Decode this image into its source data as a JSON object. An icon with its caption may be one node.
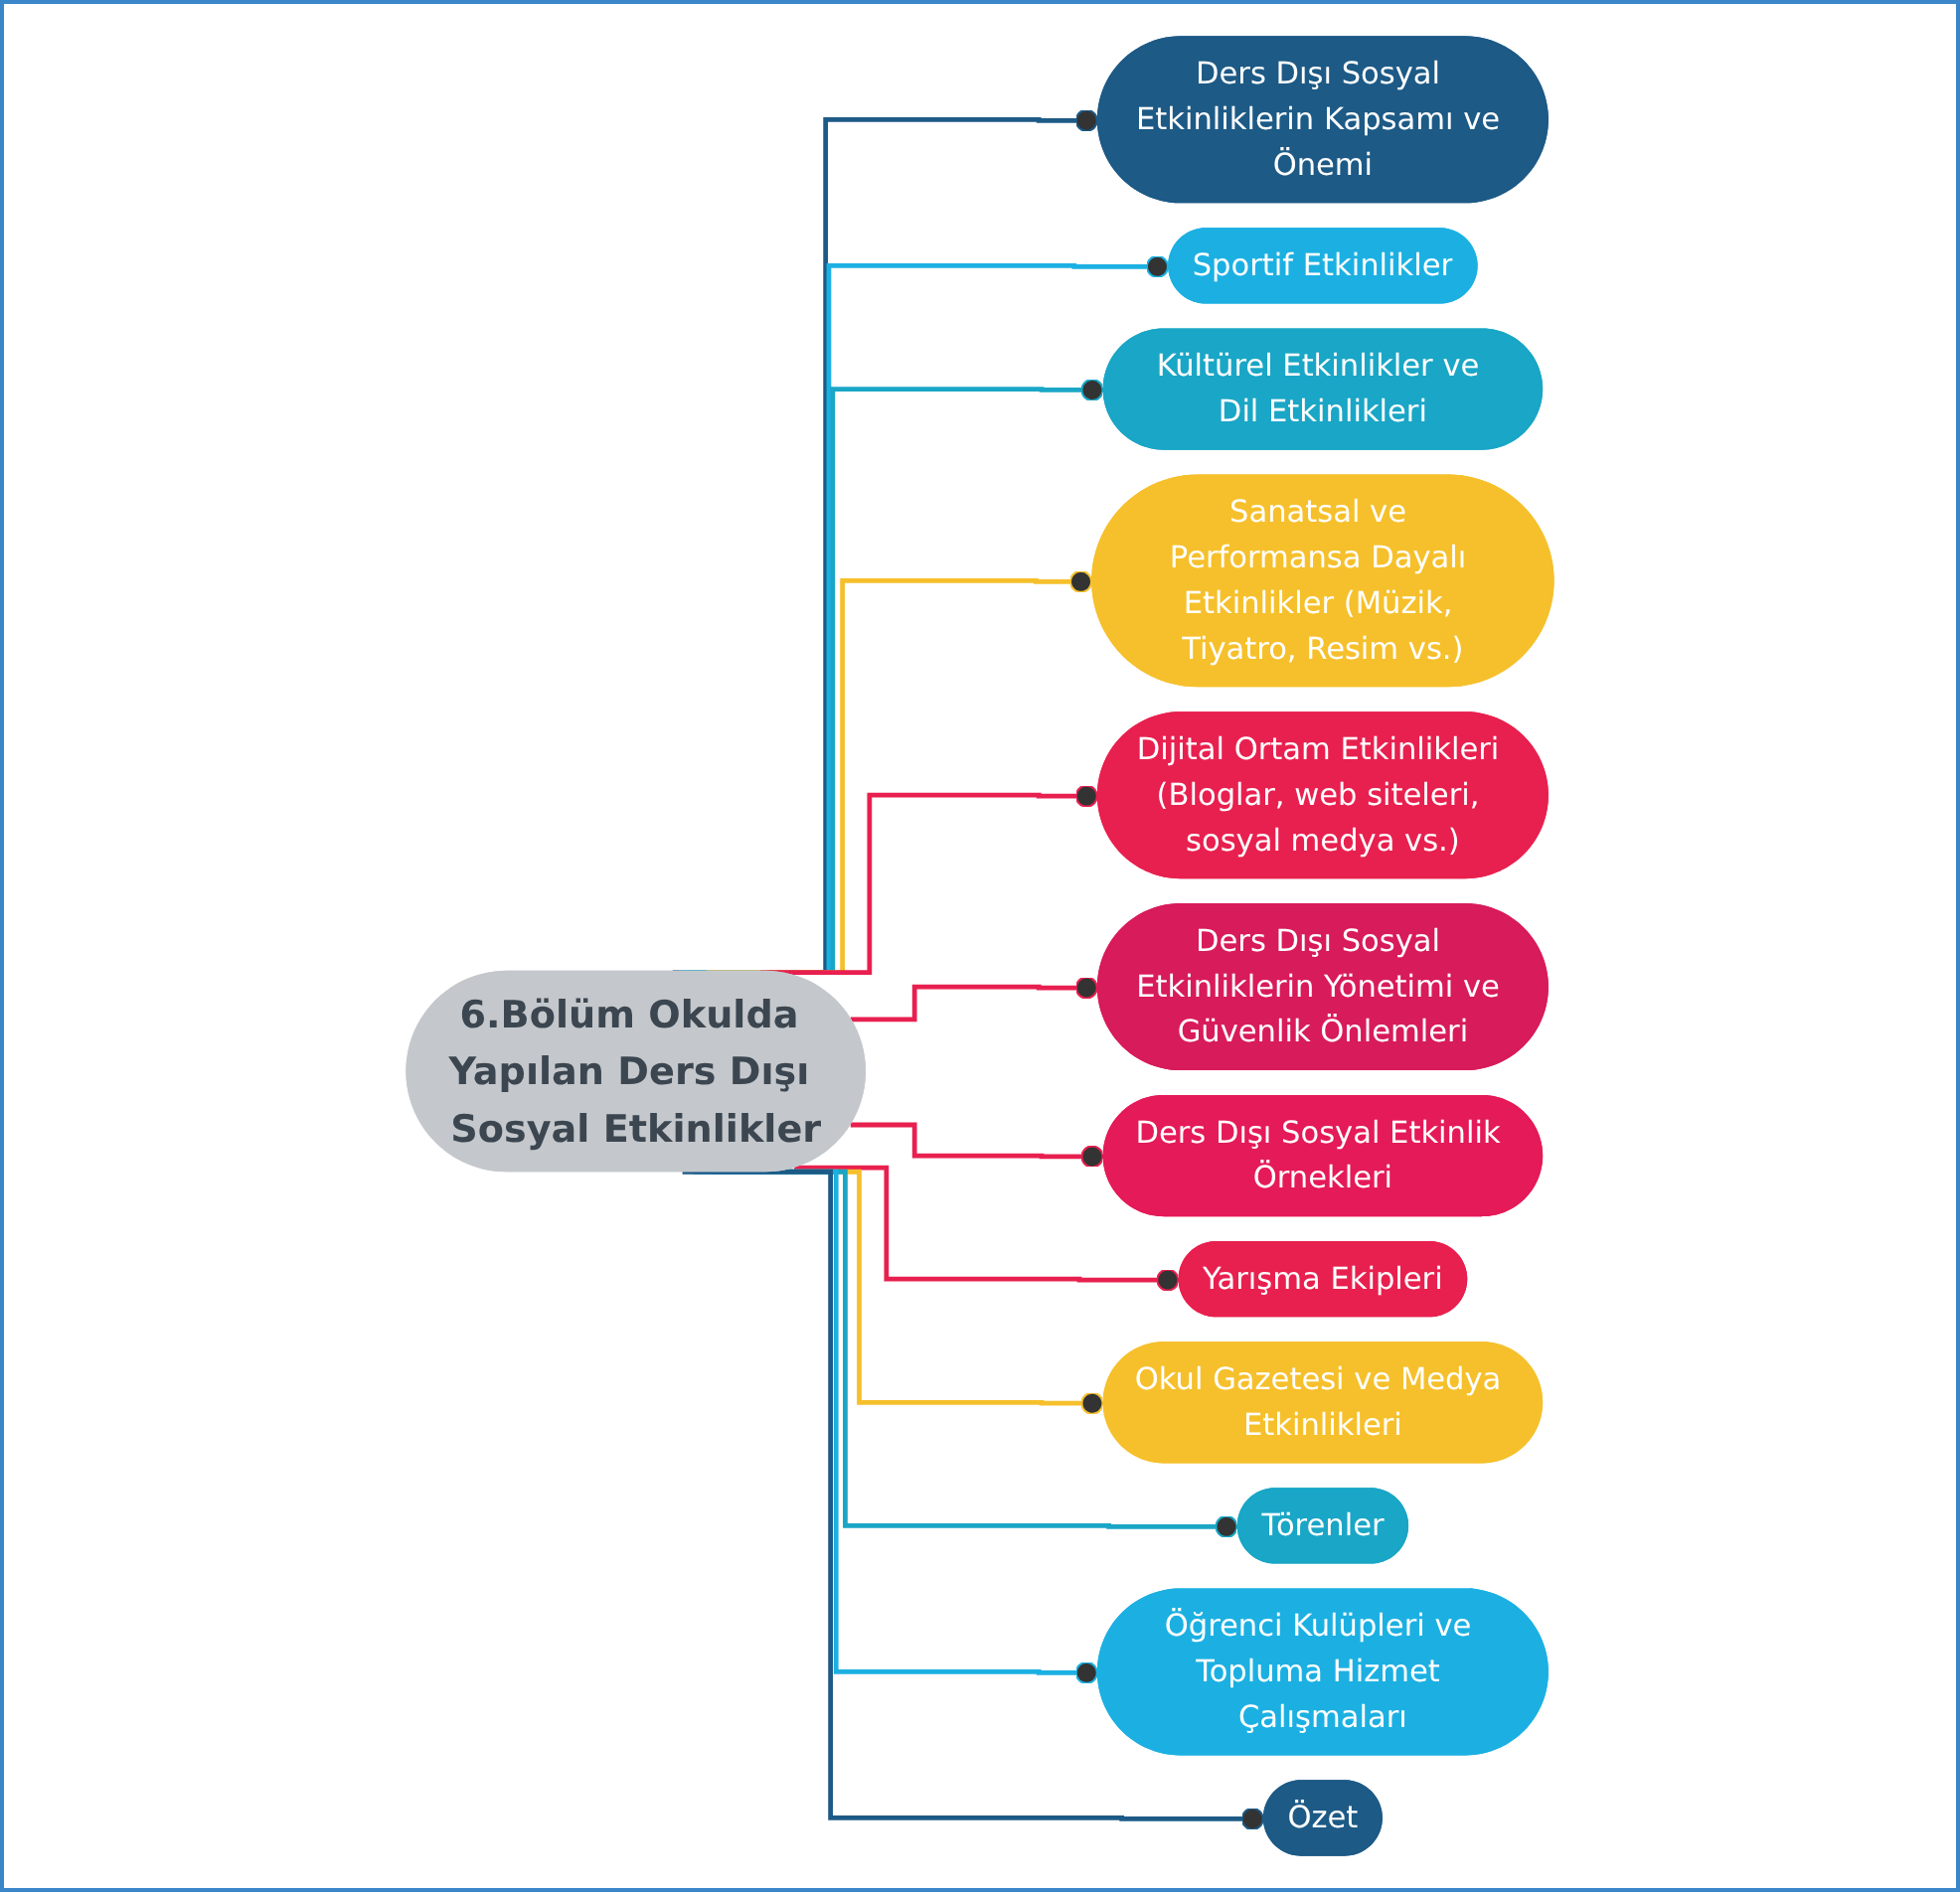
{
  "diagram": {
    "nodes": [
      {
        "text": [
          "6.Bölüm Okulda Yapılan Ders Dışı Sosyal Etkinlikler"
        ]
      },
      {
        "text": [
          "Ders Dışı Sosyal Etkinliklerin Kapsamı ve Önemi"
        ]
      },
      {
        "text": [
          "Sportif Etkinlikler"
        ]
      },
      {
        "text": [
          "Kültürel Etkinlikler ve Dil Etkinlikleri"
        ]
      },
      {
        "text": [
          "Sanatsal ve Performansa Dayalı Etkinlikler (Müzik, Tiyatro, Resim vs.)"
        ]
      },
      {
        "text": [
          "Dijital Ortam Etkinlikleri (Bloglar, web siteleri, sosyal medya vs.)"
        ]
      },
      {
        "text": [
          "Ders Dışı Sosyal Etkinliklerin Yönetimi ve Güvenlik Önlemleri"
        ]
      },
      {
        "text": [
          "Ders Dışı Sosyal Etkinlik Örnekleri"
        ]
      },
      {
        "text": [
          "Yarışma Ekipleri"
        ]
      },
      {
        "text": [
          "Okul Gazetesi ve Medya Etkinlikleri"
        ]
      },
      {
        "text": [
          "Törenler"
        ]
      },
      {
        "text": [
          "Öğrenci Kulüpleri ve Topluma Hizmet Çalışmaları"
        ]
      },
      {
        "text": [
          "Özet"
        ]
      }
    ],
    "edges": [
      {
        "from": 0,
        "to": 1,
        "arrow": "other",
        "color": "#1d5a86"
      },
      {
        "from": 0,
        "to": 2,
        "arrow": "other",
        "color": "#1cb0e2"
      },
      {
        "from": 0,
        "to": 3,
        "arrow": "other",
        "color": "#1aa6c6"
      },
      {
        "from": 0,
        "to": 4,
        "arrow": "other",
        "color": "#f6c02c"
      },
      {
        "from": 0,
        "to": 5,
        "arrow": "other"
      },
      {
        "from": 0,
        "to": 6,
        "arrow": "other"
      },
      {
        "from": 0,
        "to": 7,
        "arrow": "other"
      },
      {
        "from": 0,
        "to": 8,
        "arrow": "other"
      },
      {
        "from": 0,
        "to": 9,
        "arrow": "other",
        "color": "#f6c02c"
      },
      {
        "from": 0,
        "to": 10,
        "arrow": "other",
        "color": "#1aa6c6"
      },
      {
        "from": 0,
        "to": 11,
        "arrow": "other",
        "color": "#1cb0e2"
      },
      {
        "from": 0,
        "to": 12,
        "arrow": "other",
        "color": "#1d5a86"
      }
    ]
  }
}
